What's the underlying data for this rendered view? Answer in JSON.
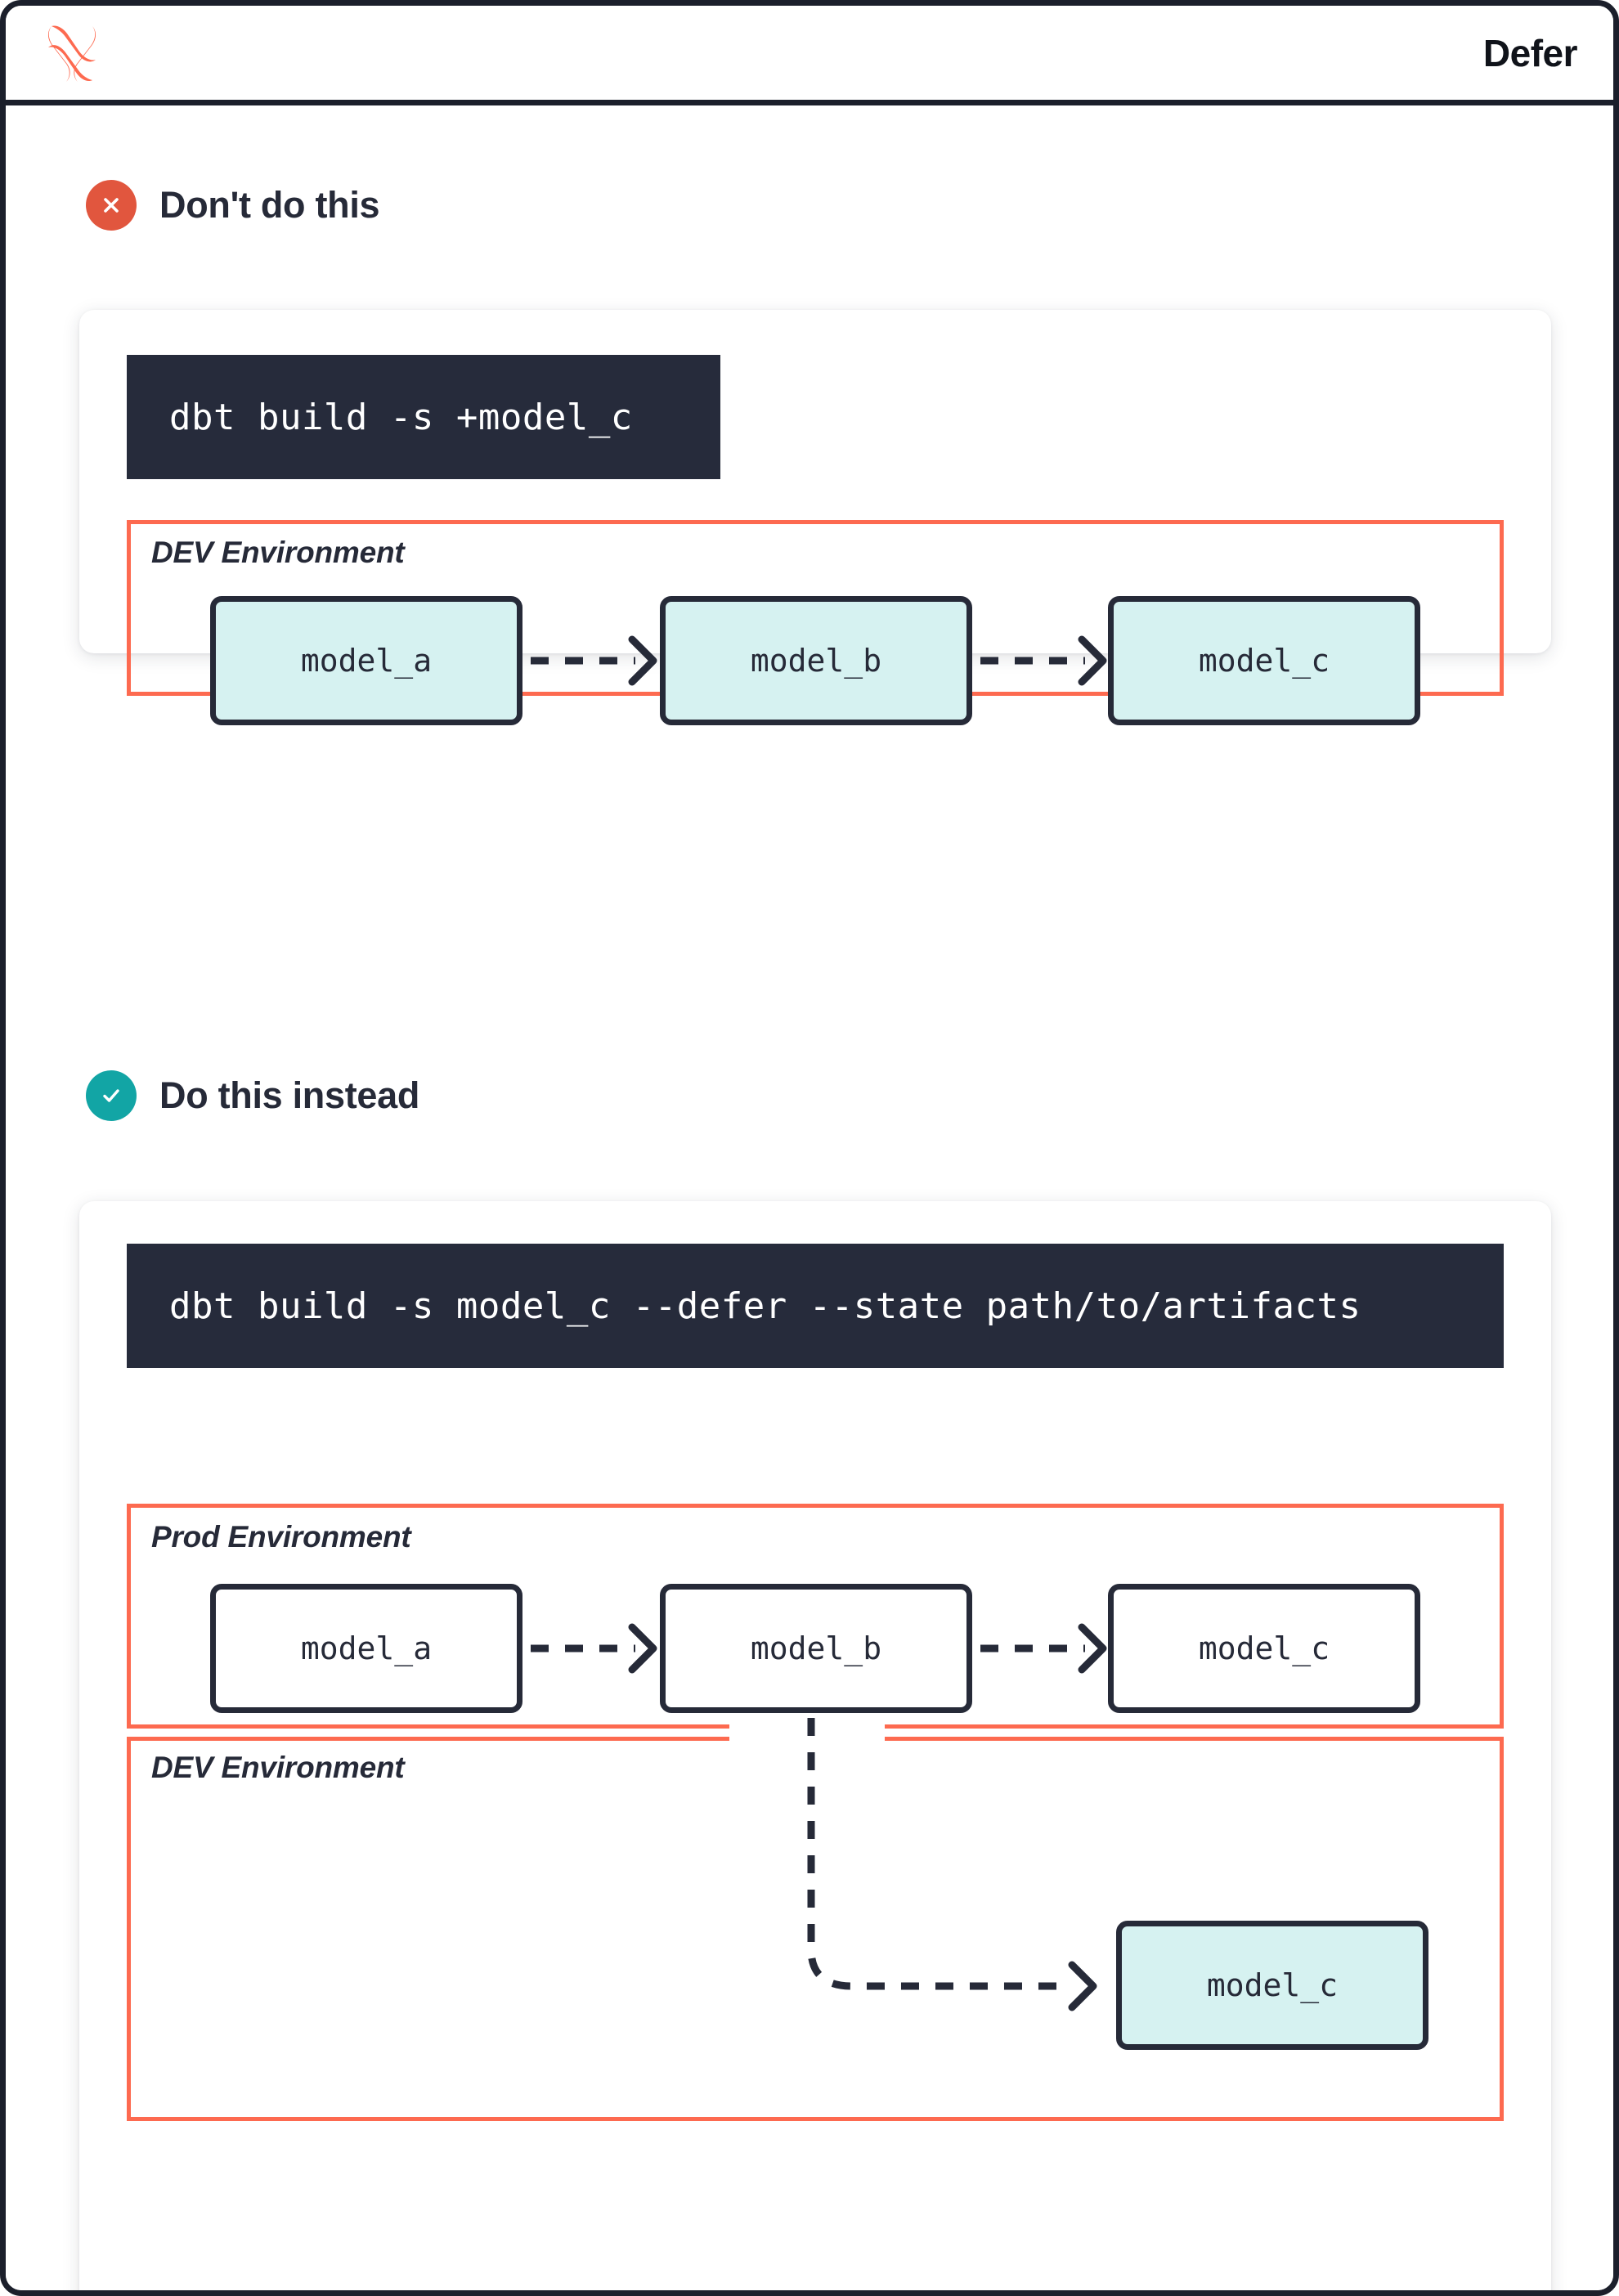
{
  "header": {
    "title": "Defer",
    "logo_icon": "dbt-logo-icon",
    "logo_color": "#fd6a50"
  },
  "theme": {
    "accent_orange": "#fd6a50",
    "bad_badge": "#e1563e",
    "good_badge": "#12a5a5",
    "dark": "#262a38",
    "code_bg": "#262b3b",
    "node_teal": "#d6f2f1",
    "node_white": "#ffffff"
  },
  "sections": [
    {
      "id": "dont",
      "badge_icon": "x-circle-icon",
      "title": "Don't do this",
      "command": "dbt build -s +model_c",
      "environments": [
        {
          "id": "dev",
          "label": "DEV Environment",
          "nodes": [
            {
              "id": "model_a",
              "label": "model_a",
              "style": "teal"
            },
            {
              "id": "model_b",
              "label": "model_b",
              "style": "teal"
            },
            {
              "id": "model_c",
              "label": "model_c",
              "style": "teal"
            }
          ]
        }
      ]
    },
    {
      "id": "do",
      "badge_icon": "check-circle-icon",
      "title": "Do this instead",
      "command": "dbt build -s model_c --defer --state path/to/artifacts",
      "environments": [
        {
          "id": "prod",
          "label": "Prod Environment",
          "nodes": [
            {
              "id": "model_a",
              "label": "model_a",
              "style": "white"
            },
            {
              "id": "model_b",
              "label": "model_b",
              "style": "white"
            },
            {
              "id": "model_c",
              "label": "model_c",
              "style": "white"
            }
          ]
        },
        {
          "id": "dev2",
          "label": "DEV Environment",
          "nodes": [
            {
              "id": "model_c",
              "label": "model_c",
              "style": "teal"
            }
          ]
        }
      ]
    }
  ]
}
